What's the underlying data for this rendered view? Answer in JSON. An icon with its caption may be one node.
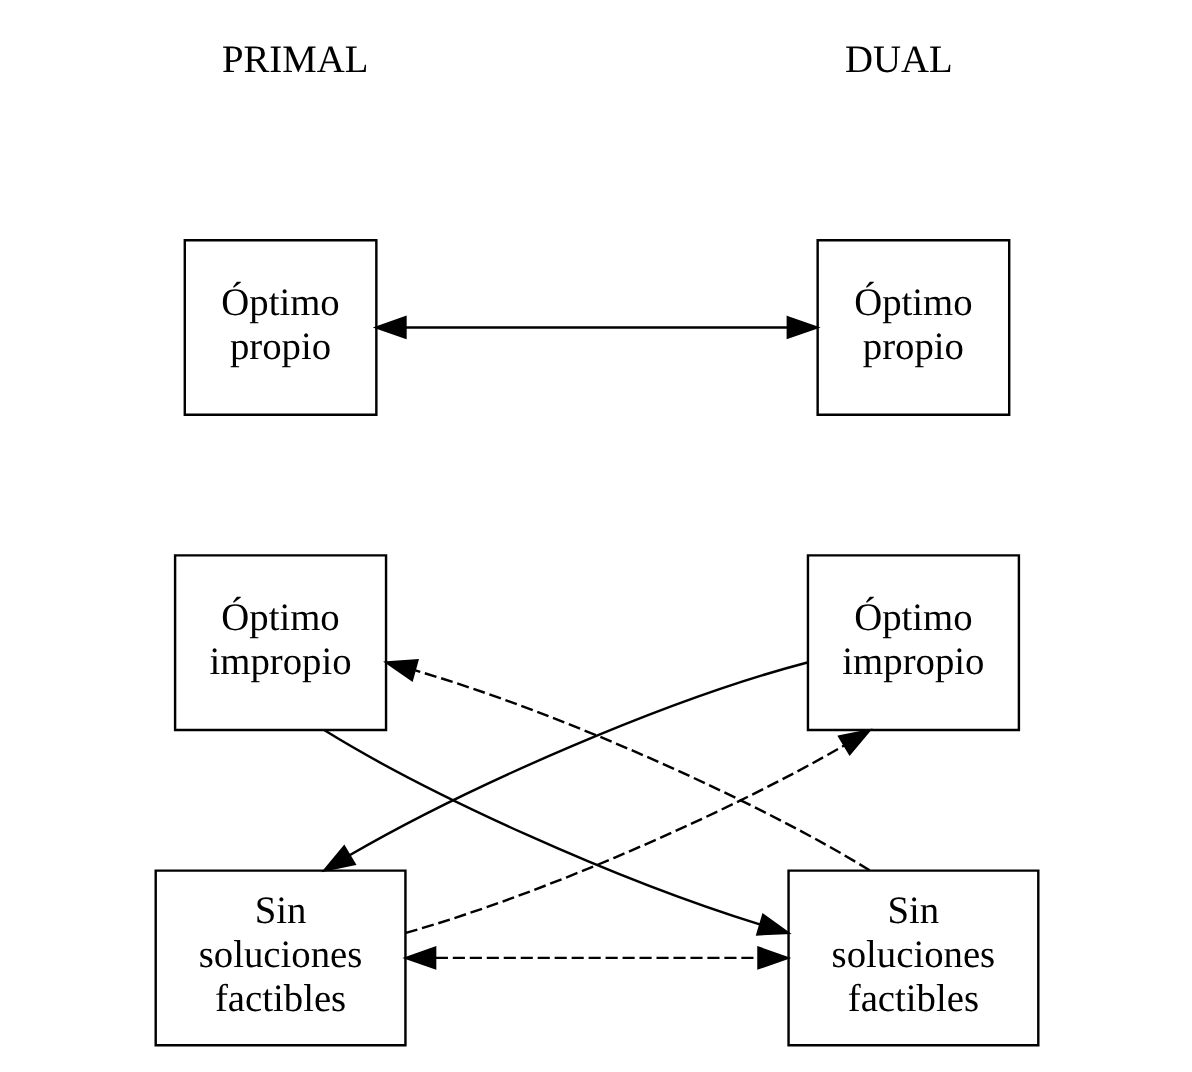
{
  "diagram": {
    "nodes": [
      {
        "text": [
          "Óptimo propio"
        ]
      },
      {
        "text": [
          "Óptimo propio"
        ]
      },
      {
        "text": [
          "Óptimo impropio"
        ]
      },
      {
        "text": [
          "Óptimo impropio"
        ]
      },
      {
        "text": [
          "Sin soluciones factibles"
        ]
      },
      {
        "text": [
          "Sin soluciones factibles"
        ]
      }
    ],
    "edges": [
      {
        "from": 0,
        "to": 1,
        "arrow": "both"
      },
      {
        "from": 5,
        "to": 2,
        "arrow": "to",
        "style": "dashed"
      },
      {
        "from": 4,
        "to": 3,
        "arrow": "to",
        "style": "dashed"
      },
      {
        "from": 2,
        "to": 5,
        "arrow": "to"
      },
      {
        "from": 3,
        "to": 4,
        "arrow": "to"
      },
      {
        "from": 4,
        "to": 5,
        "arrow": "both",
        "style": "dashed"
      }
    ],
    "labels": [
      "PRIMAL",
      "DUAL"
    ]
  }
}
